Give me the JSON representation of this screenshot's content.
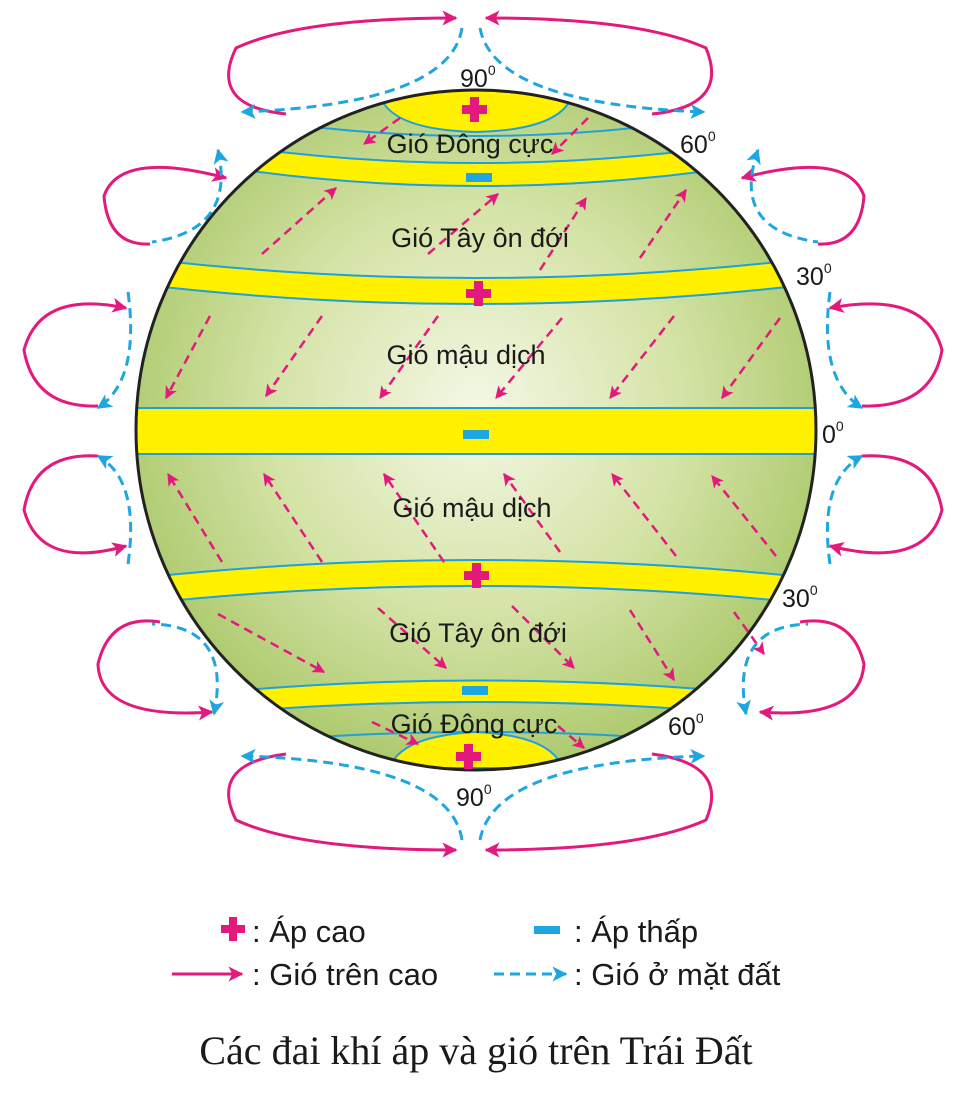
{
  "belts": {
    "north_polar": "Gió Đông cực",
    "north_westerly": "Gió Tây ôn đới",
    "north_trade": "Gió mậu dịch",
    "south_trade": "Gió mậu dịch",
    "south_westerly": "Gió Tây ôn đới",
    "south_polar": "Gió Đông cực"
  },
  "latitudes": {
    "n90": "90",
    "n60": "60",
    "n30": "30",
    "eq": "0",
    "s30": "30",
    "s60": "60",
    "s90": "90",
    "degree_mark": "0"
  },
  "legend": {
    "high": ": Áp cao",
    "low": ": Áp thấp",
    "upper_wind": ": Gió trên cao",
    "surface_wind": ": Gió ở mặt đất"
  },
  "caption": "Các đai khí áp và gió trên Trái Đất",
  "colors": {
    "globe": "#b8d27a",
    "globe_center": "#f4f8e6",
    "pressure_belt": "#fff100",
    "belt_edge": "#1fa0dc",
    "upper_wind": "#e4197d",
    "surface_wind": "#1ea6e0",
    "high_pressure_sign": "#e4197d",
    "low_pressure_sign": "#1ea6e0",
    "outline": "#222222"
  },
  "icons": {
    "high": "plus-sign",
    "low": "minus-sign",
    "upper_wind": "solid-magenta-arrow",
    "surface_wind": "dashed-blue-arrow"
  }
}
